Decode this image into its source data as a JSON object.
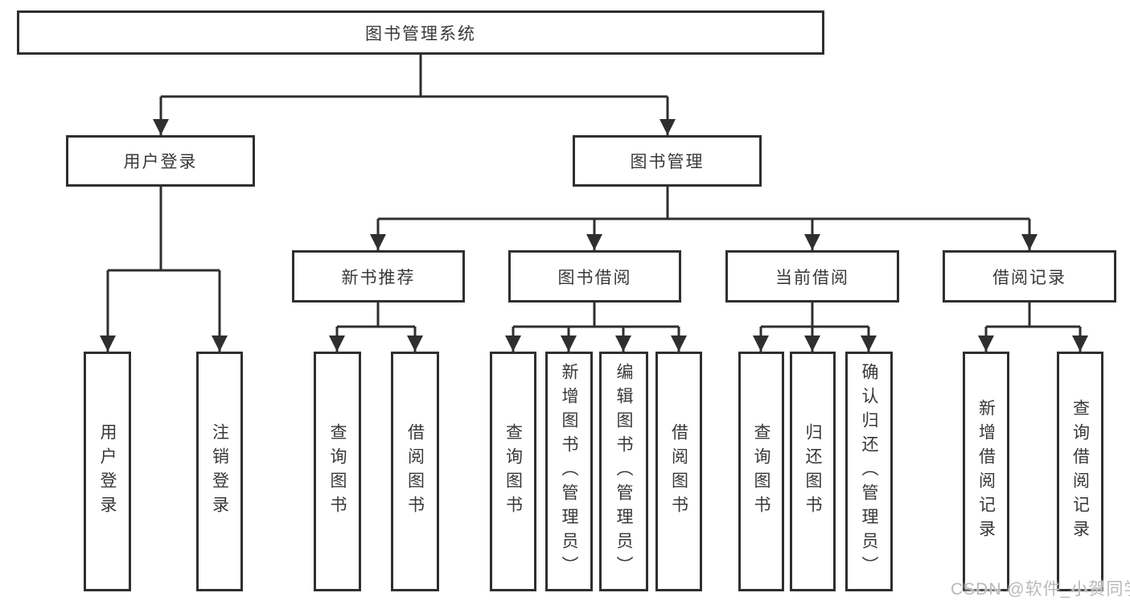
{
  "tree": {
    "label": "图书管理系统",
    "children": [
      {
        "label": "用户登录",
        "children": [
          {
            "label": "用户登录"
          },
          {
            "label": "注销登录"
          }
        ]
      },
      {
        "label": "图书管理",
        "children": [
          {
            "label": "新书推荐",
            "children": [
              {
                "label": "查询图书"
              },
              {
                "label": "借阅图书"
              }
            ]
          },
          {
            "label": "图书借阅",
            "children": [
              {
                "label": "查询图书"
              },
              {
                "label": "新增图书（管理员）"
              },
              {
                "label": "编辑图书（管理员）"
              },
              {
                "label": "借阅图书"
              }
            ]
          },
          {
            "label": "当前借阅",
            "children": [
              {
                "label": "查询图书"
              },
              {
                "label": "归还图书"
              },
              {
                "label": "确认归还（管理员）"
              }
            ]
          },
          {
            "label": "借阅记录",
            "children": [
              {
                "label": "新增借阅记录"
              },
              {
                "label": "查询借阅记录"
              }
            ]
          }
        ]
      }
    ]
  },
  "watermark": {
    "text": "CSDN @软件_小贺同学",
    "color": "#b7babd"
  },
  "colors": {
    "line": "#2f2f2f",
    "box_background": "#ffffff",
    "text": "#383838"
  }
}
